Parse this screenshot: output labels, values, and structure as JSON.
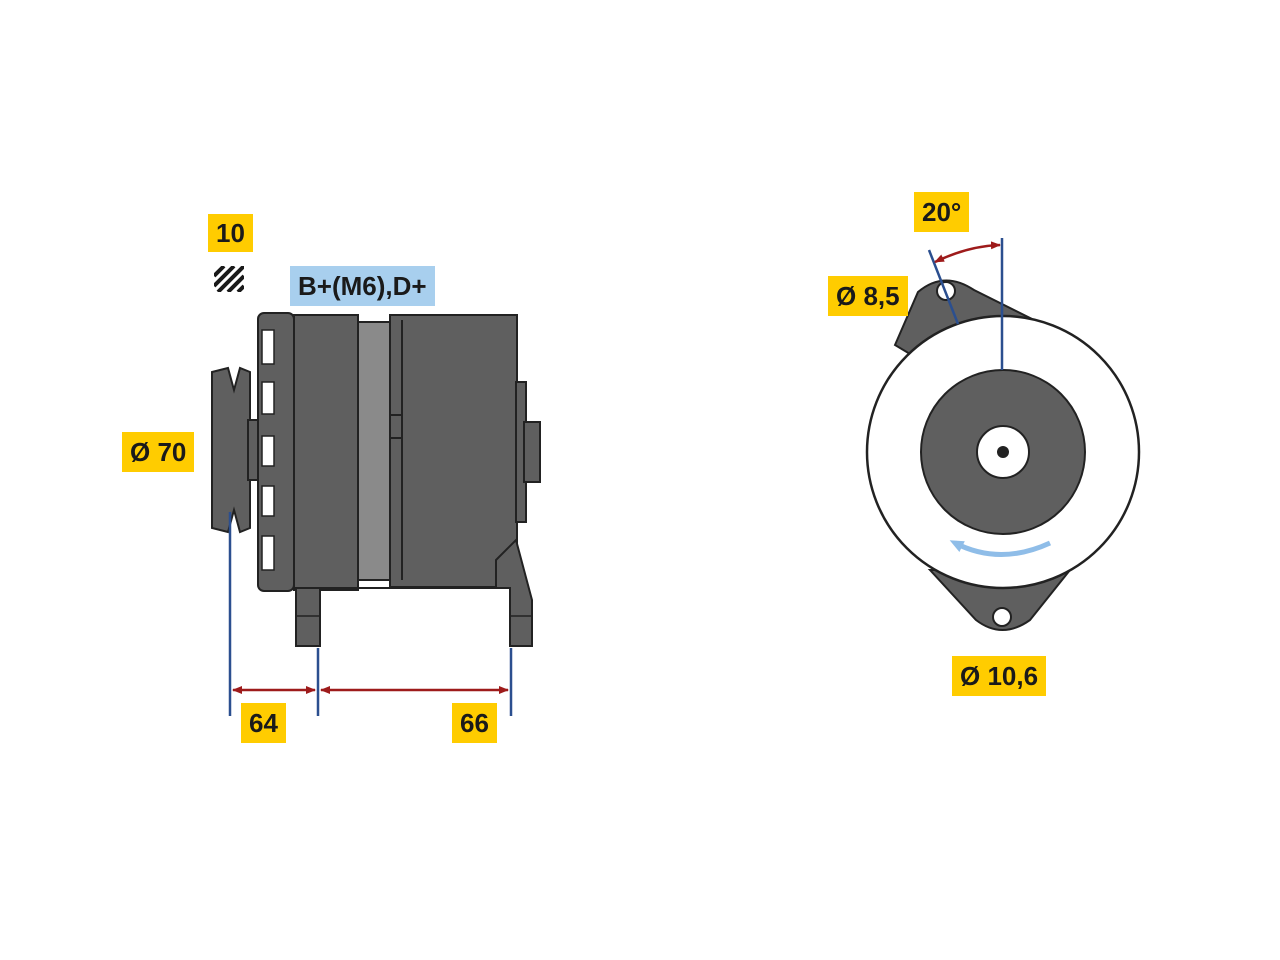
{
  "labels": {
    "count": "10",
    "terminals": "B+(M6),D+",
    "pulley_diameter": "Ø 70",
    "dim_left": "64",
    "dim_right": "66",
    "angle": "20°",
    "hole_top_diameter": "Ø 8,5",
    "hole_bottom_diameter": "Ø 10,6"
  },
  "icons": {
    "hatch": "hatched-square-icon",
    "rotation": "rotation-arrow-icon"
  },
  "colors": {
    "body": "#5f5f5f",
    "body_dark": "#3e3e3e",
    "label_yellow": "#ffcc00",
    "label_blue": "#a8cfee",
    "dimension_line": "#2b4f8f",
    "dimension_arrow": "#9e1b1b",
    "rotation_arrow": "#8fbde8"
  }
}
